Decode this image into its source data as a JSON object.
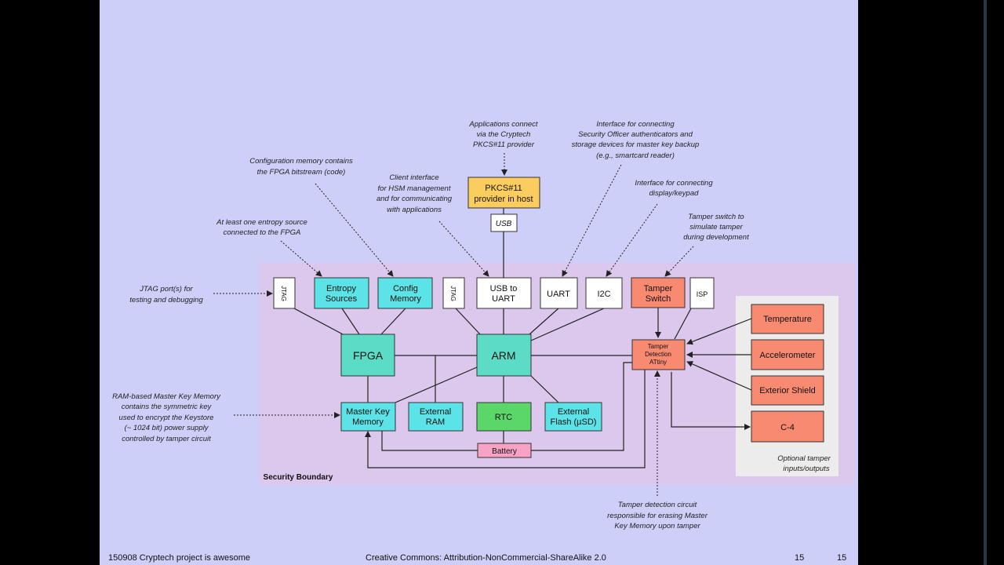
{
  "colors": {
    "slide_bg": "#cdcff8",
    "boundary_bg": "#dcc8ec",
    "cyan": "#5ce3e7",
    "teal": "#5cdcc6",
    "white": "#ffffff",
    "salmon": "#f98a72",
    "yellow": "#fbcd5e",
    "green": "#5bd76a",
    "pink": "#f8a2c6",
    "optional_bg": "#ececec"
  },
  "boxes": {
    "pkcs": "PKCS#11 provider in host",
    "usb_top": "USB",
    "jtag1": "JTAG",
    "entropy": "Entropy Sources",
    "config": "Config Memory",
    "jtag2": "JTAG",
    "usb_uart": "USB to UART",
    "uart": "UART",
    "i2c": "I2C",
    "tamper_switch": "Tamper Switch",
    "isp": "ISP",
    "fpga": "FPGA",
    "arm": "ARM",
    "tamper_detection": "Tamper Detection ATtiny",
    "mkm": "Master Key Memory",
    "ext_ram": "External RAM",
    "rtc": "RTC",
    "ext_flash": "External Flash (µSD)",
    "battery": "Battery",
    "temperature": "Temperature",
    "accelerometer": "Accelerometer",
    "exterior_shield": "Exterior Shield",
    "c4": "C-4"
  },
  "labels": {
    "security_boundary": "Security Boundary",
    "optional": "Optional tamper inputs/outputs"
  },
  "notes": {
    "apps": "Applications connect via the Cryptech PKCS#11 provider",
    "so_interface": "Interface for connecting Security Officer authenticators and storage devices for master key backup (e.g., smartcard reader)",
    "config_mem": "Configuration memory contains the FPGA bitstream (code)",
    "client_iface": "Client interface for HSM management and for communicating with applications",
    "display": "Interface for connecting display/keypad",
    "entropy": "At least one entropy source connected to the FPGA",
    "tamper_switch": "Tamper switch to simulate tamper during development",
    "jtag": "JTAG port(s) for testing and debugging",
    "ram_mkm": "RAM-based Master Key Memory contains the symmetric key used to encrypt the Keystore (~ 1024 bit) power supply controlled by tamper circuit",
    "tamper_circuit": "Tamper detection circuit responsible for erasing Master Key Memory upon tamper"
  },
  "footer": {
    "left": "150908 Cryptech project is awesome",
    "center": "Creative Commons: Attribution-NonCommercial-ShareAlike 2.0",
    "page1": "15",
    "page2": "15"
  }
}
